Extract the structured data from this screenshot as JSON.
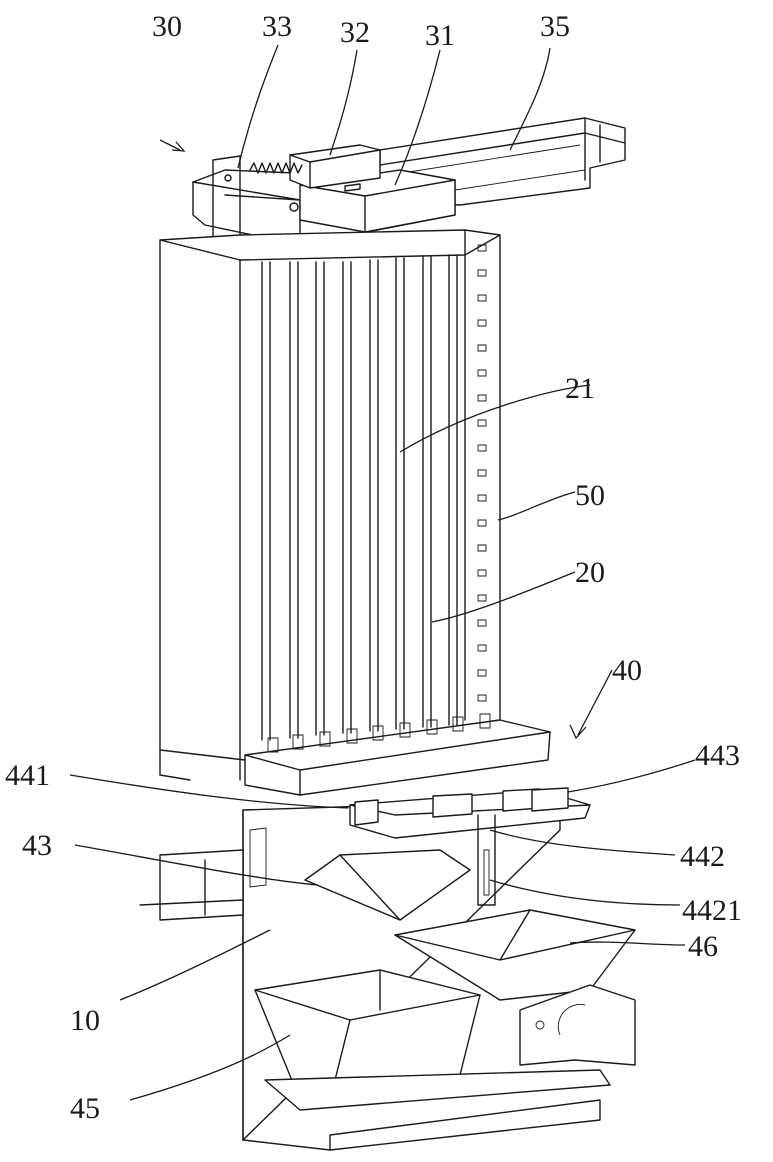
{
  "labels": {
    "l30": "30",
    "l33": "33",
    "l32": "32",
    "l31": "31",
    "l35": "35",
    "l21": "21",
    "l50": "50",
    "l20": "20",
    "l40": "40",
    "l441": "441",
    "l443": "443",
    "l43": "43",
    "l442": "442",
    "l4421": "4421",
    "l10": "10",
    "l46": "46",
    "l45": "45"
  }
}
